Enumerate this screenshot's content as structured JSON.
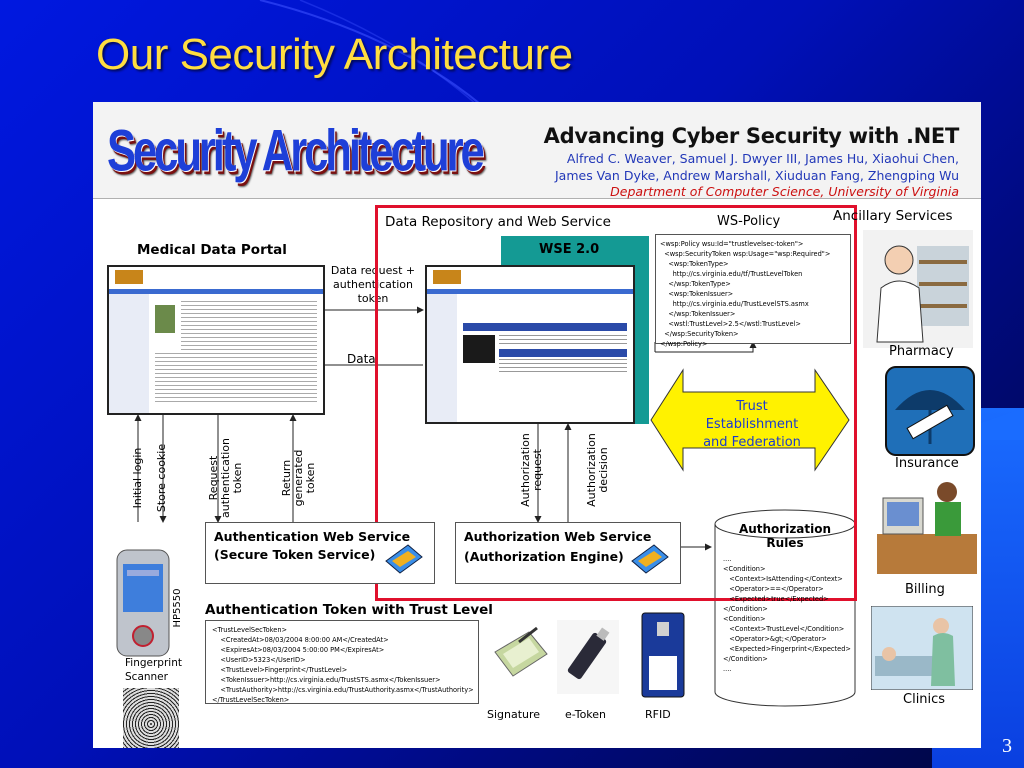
{
  "slide": {
    "title": "Our Security Architecture",
    "page_number": "3"
  },
  "banner": {
    "big_title": "Security Architecture",
    "paper_title": "Advancing Cyber Security with .NET",
    "authors": "Alfred C. Weaver, Samuel J. Dwyer III, James Hu, Xiaohui Chen, James Van Dyke, Andrew Marshall, Xiuduan Fang, Zhengping Wu",
    "department": "Department of Computer Science, University of Virginia"
  },
  "diagram": {
    "portal_label": "Medical Data Portal",
    "repo_label": "Data Repository and Web Service",
    "wse_label": "WSE 2.0",
    "ws_policy_label": "WS-Policy",
    "ancillary_label": "Ancillary Services",
    "data_request_label": "Data request + authentication token",
    "data_label": "Data",
    "trust_label": "Trust Establishment and Federation",
    "initial_login": "Initial login",
    "store_cookie": "Store cookie",
    "request_token": "Request authentication token",
    "return_token": "Return generated token",
    "authz_request": "Authorization request",
    "authz_decision": "Authorization decision",
    "authn_service_line1": "Authentication Web Service",
    "authn_service_line2": "(Secure Token Service)",
    "authz_service_line1": "Authorization Web Service",
    "authz_service_line2": "(Authorization Engine)",
    "authz_rules": "Authorization Rules",
    "token_title": "Authentication Token with Trust Level",
    "device_model": "HP5550",
    "fingerprint_label": "Fingerprint Scanner",
    "signature_label": "Signature",
    "etoken_label": "e-Token",
    "rfid_label": "RFID",
    "pharmacy_label": "Pharmacy",
    "insurance_label": "Insurance",
    "billing_label": "Billing",
    "clinics_label": "Clinics"
  },
  "code": {
    "policy": "<wsp:Policy wsu:Id=\"trustlevelsec-token\">\n  <wsp:SecurityToken wsp:Usage=\"wsp:Required\">\n    <wsp:TokenType>\n      http://cs.virginia.edu/tf/TrustLevelToken\n    </wsp:TokenType>\n    <wsp:TokenIssuer>\n      http://cs.virginia.edu/TrustLevelSTS.asmx\n    </wsp:TokenIssuer>\n    <wstl:TrustLevel>2.5</wstl:TrustLevel>\n  </wsp:SecurityToken>\n</wsp:Policy>",
    "token": "<TrustLevelSecToken>\n    <CreatedAt>08/03/2004 8:00:00 AM</CreatedAt>\n    <ExpiresAt>08/03/2004 5:00:00 PM</ExpiresAt>\n    <UserID>5323</UserID>\n    <TrustLevel>Fingerprint</TrustLevel>\n    <TokenIssuer>http://cs.virginia.edu/TrustSTS.asmx</TokenIssuer>\n    <TrustAuthority>http://cs.virginia.edu/TrustAuthority.asmx</TrustAuthority>\n</TrustLevelSecToken>",
    "rules": "....\n<Condition>\n   <Context>IsAttending</Context>\n   <Operator>==</Operator>\n   <Expected>true</Expected>\n</Condition>\n<Condition>\n   <Context>TrustLevel</Condition>\n   <Operator>&gt;</Operator>\n   <Expected>Fingerprint</Expected>\n</Condition>\n...."
  },
  "colors": {
    "title_yellow": "#ffdd40",
    "big_title_blue": "#1e3fd8",
    "red_box": "#e0102c",
    "wse_teal": "#149a94",
    "trust_arrow": "#fff200"
  }
}
